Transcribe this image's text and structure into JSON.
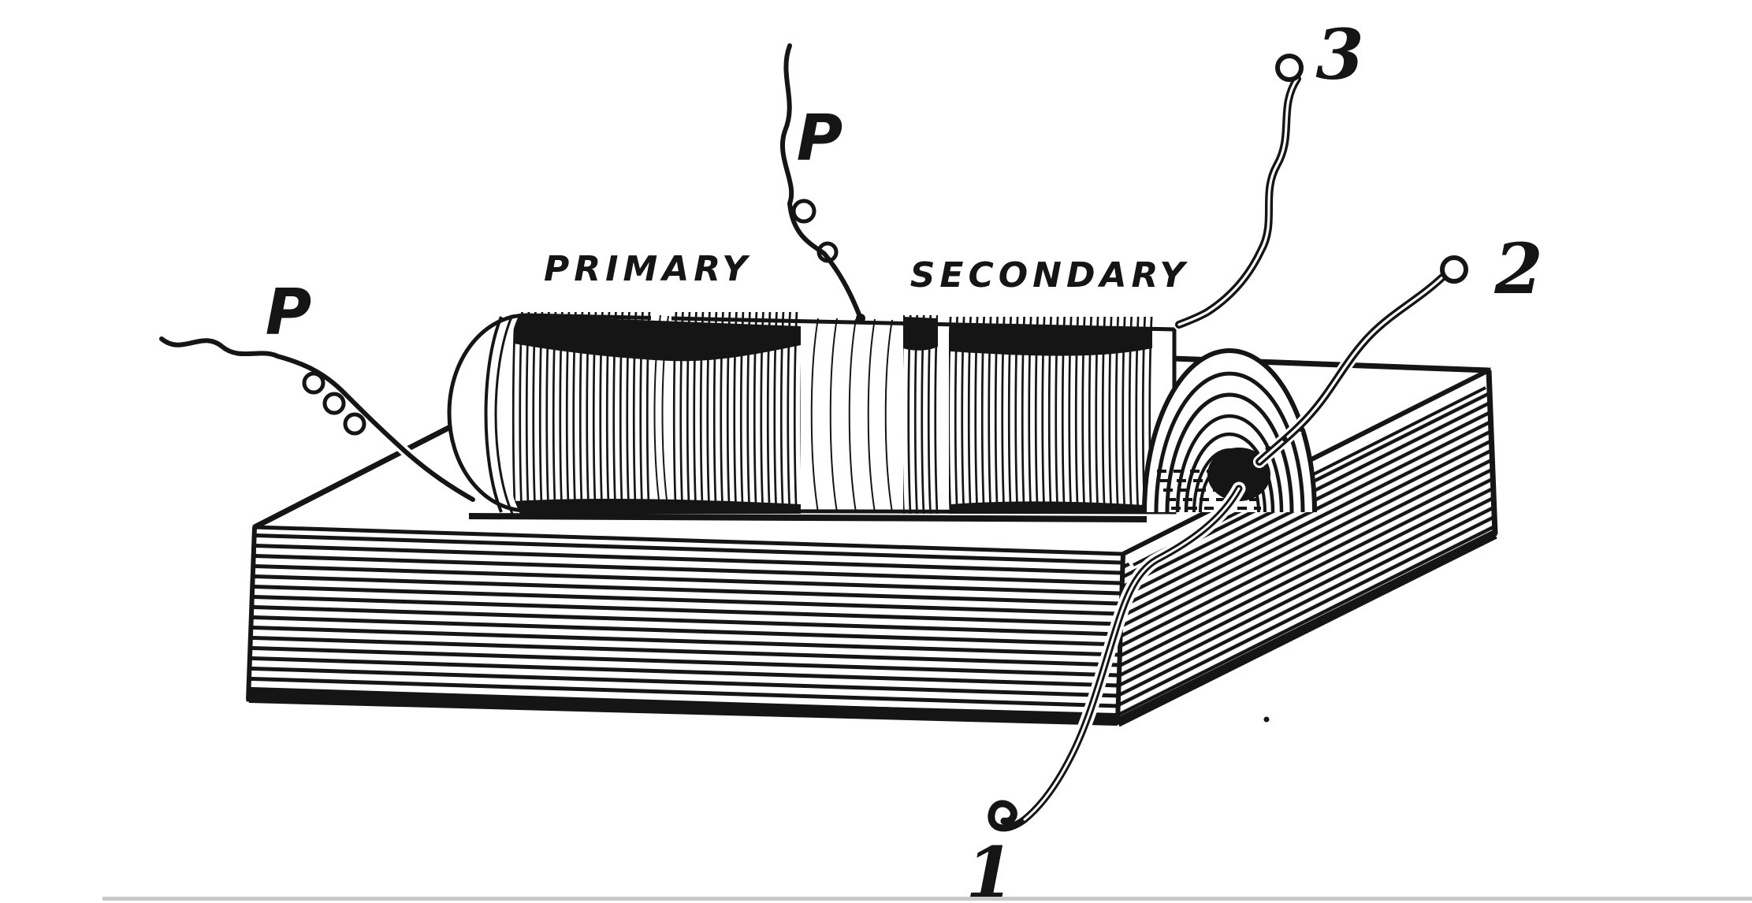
{
  "figure": {
    "type": "line-engraving illustration",
    "subject": "Induction coil with primary and secondary windings mounted on a wooden base",
    "ink_color": "#151515",
    "paper_color": "#ffffff",
    "labels": {
      "primary": "PRIMARY",
      "secondary": "SECONDARY",
      "primary_lead_left": "P",
      "primary_lead_top": "P",
      "terminal_1": "1",
      "terminal_2": "2",
      "terminal_3": "3"
    }
  }
}
